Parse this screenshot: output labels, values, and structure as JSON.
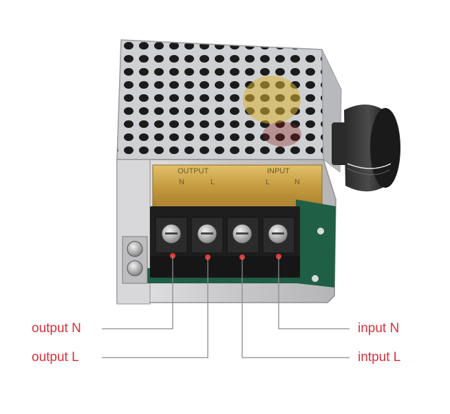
{
  "labels": {
    "output_n": "output N",
    "output_l": "output L",
    "input_n": "input N",
    "input_l": "intput L"
  },
  "plate": {
    "output": "OUTPUT",
    "input": "INPUT",
    "out_n": "N",
    "out_l": "L",
    "in_l": "L",
    "in_n": "N"
  },
  "colors": {
    "label_text": "#d9303a",
    "leader_line": "#8a8a8a",
    "marker_dot": "#e03a3a",
    "terminal_block": "#1e1e1e",
    "brass_plate": "#c9a24a",
    "pcb": "#1f5f45",
    "metal": "#c8c8cc"
  }
}
